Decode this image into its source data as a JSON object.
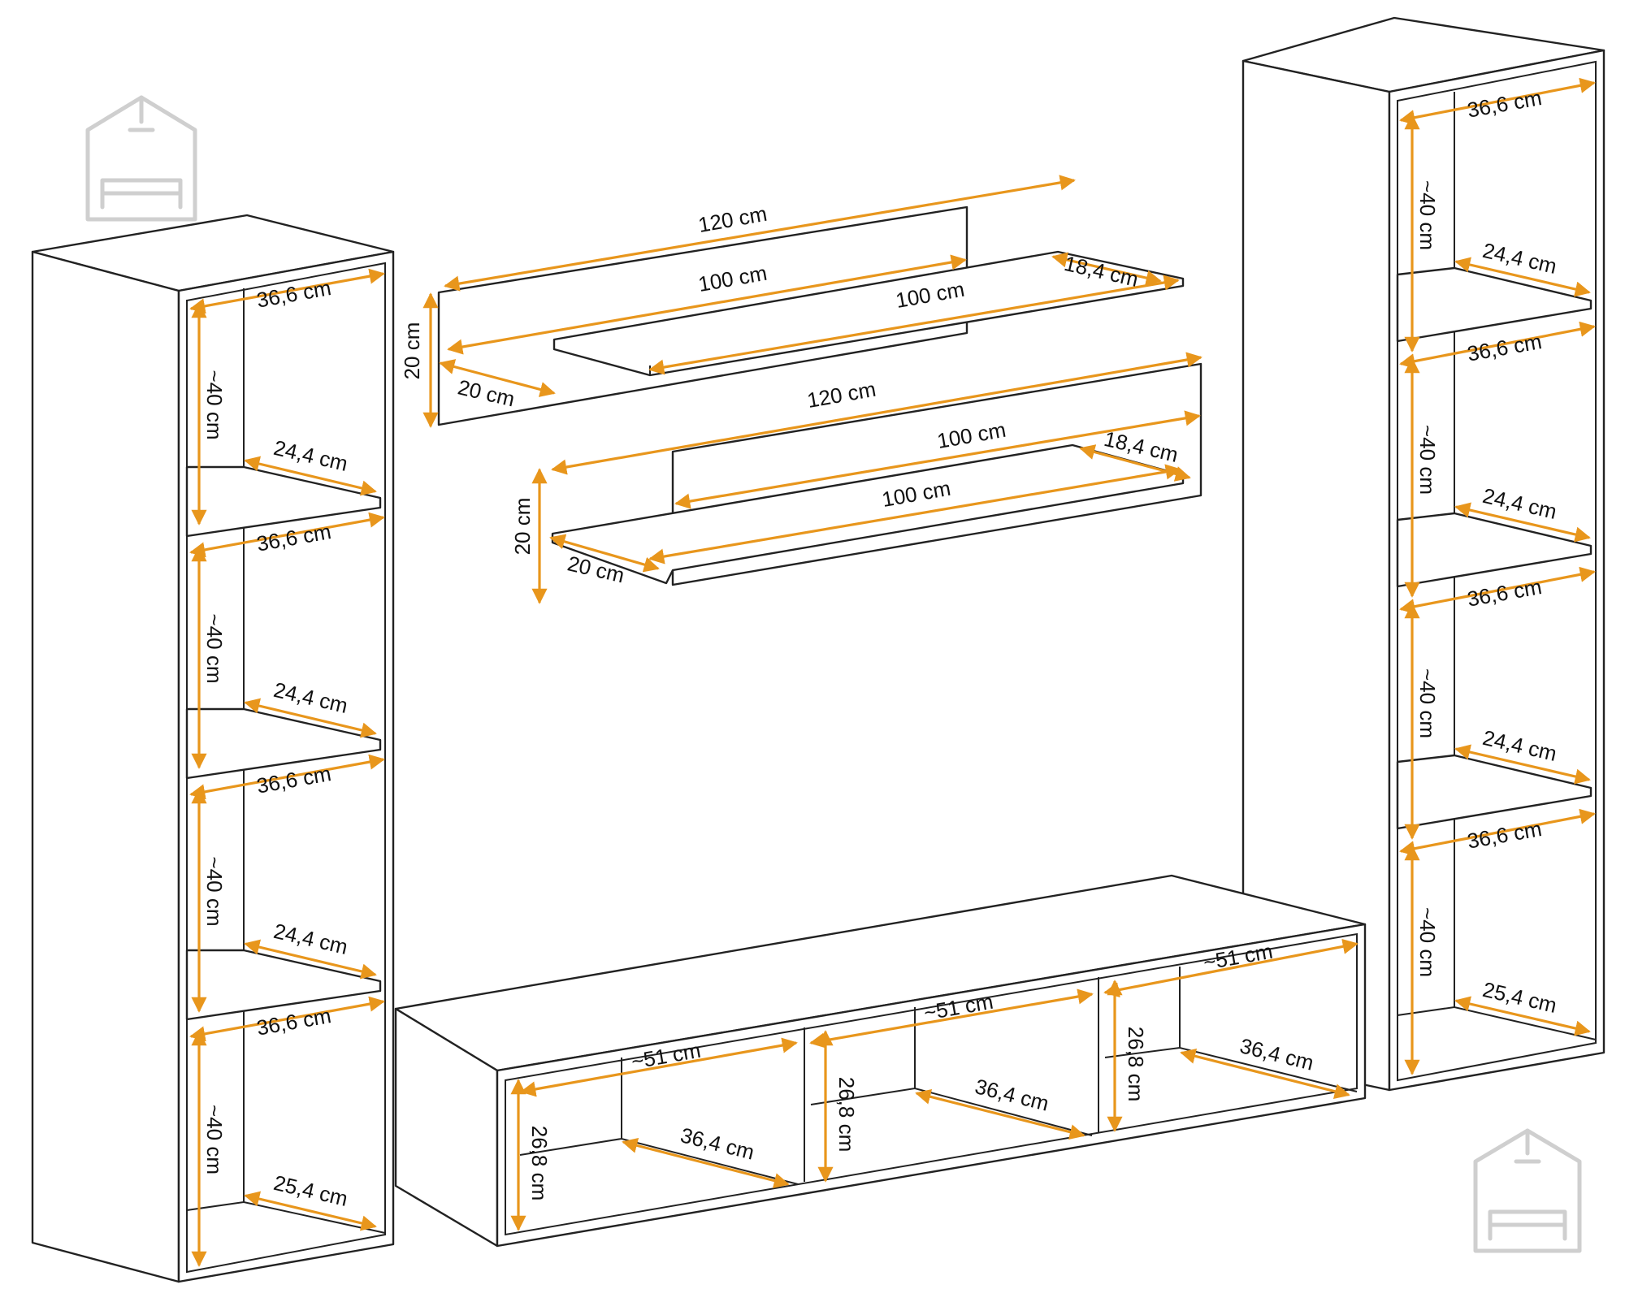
{
  "colors": {
    "dimension": "#e8961c",
    "outline": "#222222",
    "logo": "#cfcfcf",
    "background": "#ffffff"
  },
  "icons": {
    "watermark": "house-with-sofa-logo"
  },
  "labels": {
    "cab_depth": "36,6 cm",
    "cab_height": "~40 cm",
    "cab_shelf": "24,4 cm",
    "cab_bottom": "25,4 cm",
    "shelf_120": "120 cm",
    "shelf_100": "100 cm",
    "shelf_184": "18,4 cm",
    "shelf_20": "20 cm",
    "tv_width": "~51 cm",
    "tv_depth": "36,4 cm",
    "tv_height": "26,8 cm"
  }
}
